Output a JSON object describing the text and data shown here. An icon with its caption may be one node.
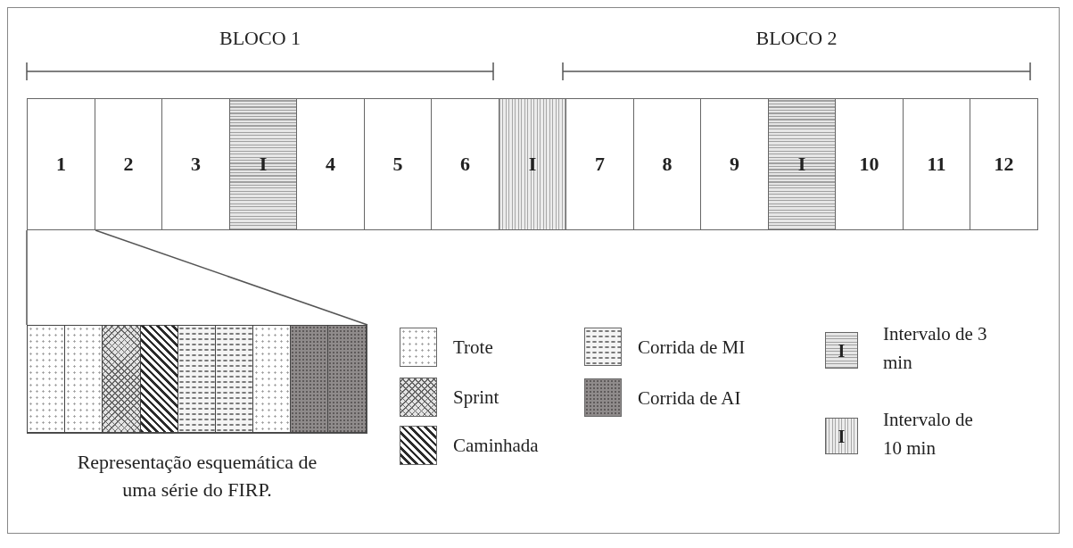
{
  "diagram": {
    "nodes": [
      {
        "text": [
          "1"
        ]
      },
      {
        "text": [
          "2"
        ]
      },
      {
        "text": [
          "3"
        ]
      },
      {
        "text": [
          "I"
        ]
      },
      {
        "text": [
          "4"
        ]
      },
      {
        "text": [
          "5"
        ]
      },
      {
        "text": [
          "6"
        ]
      },
      {
        "text": [
          "I"
        ]
      },
      {
        "text": [
          "7"
        ]
      },
      {
        "text": [
          "8"
        ]
      },
      {
        "text": [
          "9"
        ]
      },
      {
        "text": [
          "I"
        ]
      },
      {
        "text": [
          "10"
        ]
      },
      {
        "text": [
          "11"
        ]
      },
      {
        "text": [
          "12"
        ]
      },
      {
        "text": [],
        "shape": "box",
        "beside": [
          "Representação esquemática de uma série do FIRP."
        ]
      },
      {
        "text": [],
        "shape": "bar",
        "in": 15
      },
      {
        "text": [],
        "shape": "bar",
        "in": 15
      },
      {
        "text": [],
        "shape": "bar",
        "in": 15
      },
      {
        "text": [],
        "shape": "bar",
        "in": 15
      },
      {
        "text": [],
        "shape": "bar",
        "in": 15
      },
      {
        "text": [],
        "shape": "bar",
        "in": 15
      },
      {
        "text": [],
        "shape": "bar",
        "in": 15
      },
      {
        "text": [],
        "shape": "bar",
        "in": 15
      },
      {
        "text": [],
        "shape": "bar",
        "in": 15
      }
    ],
    "edges": [
      {
        "from": 0,
        "to": 15,
        "arrow": "none"
      },
      {
        "from": 0,
        "to": 15,
        "arrow": "none"
      }
    ],
    "labels": [
      "BLOCO 1",
      "BLOCO 2",
      "I",
      "I"
    ],
    "legend": [
      {
        "text": "Trote"
      },
      {
        "text": "Sprint"
      },
      {
        "text": "Caminhada"
      },
      {
        "text": "Corrida de MI"
      },
      {
        "text": "Corrida de AI"
      },
      {
        "text": "Intervalo de 3 min"
      },
      {
        "text": "Intervalo de 10 min"
      }
    ]
  }
}
